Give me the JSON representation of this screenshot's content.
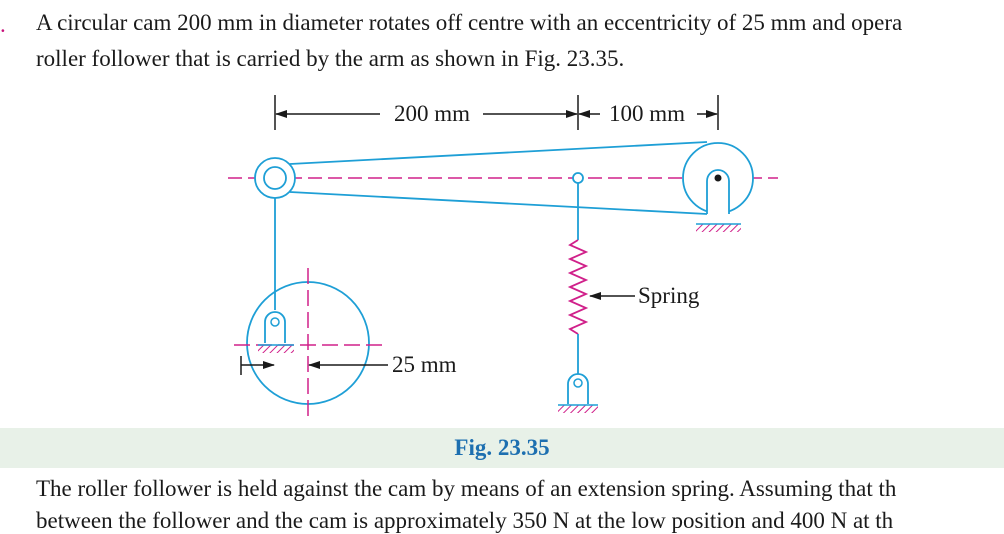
{
  "problem": {
    "bullet": ".",
    "line1": "A circular cam 200 mm in diameter rotates off centre with an eccentricity of 25 mm and opera",
    "line2": "roller follower that is carried by the arm as shown in Fig. 23.35."
  },
  "figure": {
    "dim_left": "200 mm",
    "dim_right": "100 mm",
    "spring_label": "Spring",
    "eccentricity_label": "25 mm",
    "caption": "Fig. 23.35"
  },
  "continuation": {
    "line1": "The roller follower is held against the cam by means of an extension spring. Assuming that th",
    "line2": "between the follower and the cam is approximately 350 N at the low position and 400 N at th"
  },
  "colors": {
    "mechanism": "#1e9fd6",
    "centerline": "#d0208a",
    "dimension": "#1a1a1a",
    "caption": "#1d6fb0",
    "caption_band": "#e8f1e8"
  }
}
